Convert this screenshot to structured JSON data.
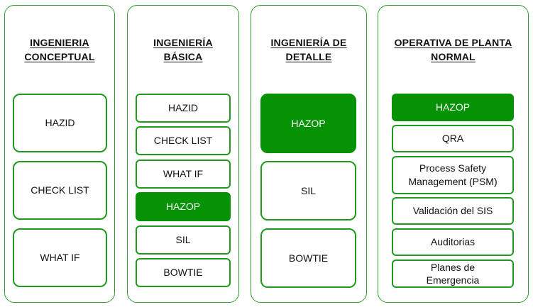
{
  "columns": [
    {
      "title_lines": [
        "INGENIERIA",
        "CONCEPTUAL"
      ],
      "items": [
        {
          "label": "HAZID",
          "highlight": false
        },
        {
          "label": "CHECK LIST",
          "highlight": false
        },
        {
          "label": "WHAT IF",
          "highlight": false
        }
      ]
    },
    {
      "title_lines": [
        "INGENIERÍA",
        "BÁSICA"
      ],
      "items": [
        {
          "label": "HAZID",
          "highlight": false
        },
        {
          "label": "CHECK LIST",
          "highlight": false
        },
        {
          "label": "WHAT IF",
          "highlight": false
        },
        {
          "label": "HAZOP",
          "highlight": true
        },
        {
          "label": "SIL",
          "highlight": false
        },
        {
          "label": "BOWTIE",
          "highlight": false
        }
      ]
    },
    {
      "title_lines": [
        "INGENIERÍA DE",
        "DETALLE"
      ],
      "items": [
        {
          "label": "HAZOP",
          "highlight": true
        },
        {
          "label": "SIL",
          "highlight": false
        },
        {
          "label": "BOWTIE",
          "highlight": false
        }
      ]
    },
    {
      "title_lines": [
        "OPERATIVA DE PLANTA",
        "NORMAL"
      ],
      "items": [
        {
          "label": "HAZOP",
          "highlight": true
        },
        {
          "label": "QRA",
          "highlight": false
        },
        {
          "label_lines": [
            "Process Safety",
            "Management (PSM)"
          ],
          "highlight": false
        },
        {
          "label": "Validación del SIS",
          "highlight": false
        },
        {
          "label": "Auditorias",
          "highlight": false
        },
        {
          "label_lines": [
            "Planes de",
            "Emergencia"
          ],
          "highlight": false
        }
      ]
    }
  ],
  "colors": {
    "accent_green": "#059305",
    "border_green": "#1f9a1f",
    "panel_border": "#2e9e2e"
  }
}
